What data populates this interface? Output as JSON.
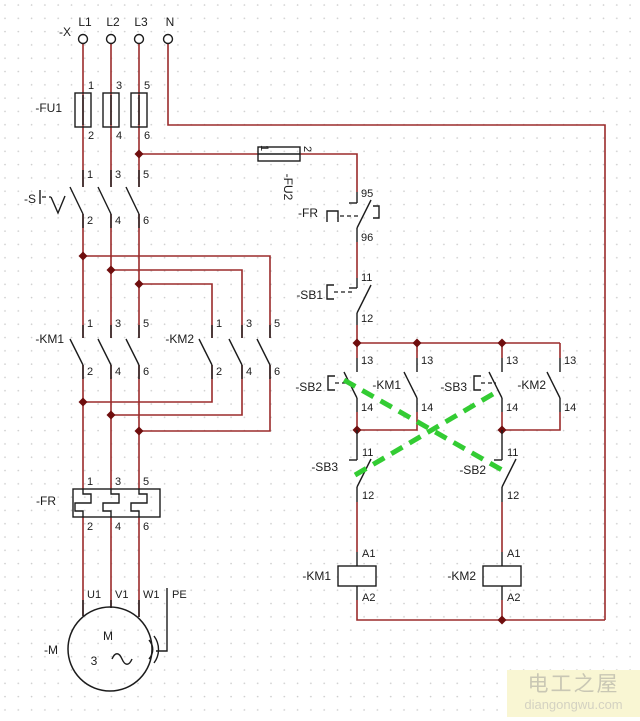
{
  "colors": {
    "wire": "#9b2b2b",
    "junction": "#6f0e0e",
    "symbol": "#1c1c1c",
    "mechanical_link": "#33cc33",
    "watermark_bg": "#f9f6d3",
    "watermark_text": "#c9c7b4"
  },
  "terminals": {
    "strip": "-X",
    "l1": "L1",
    "l2": "L2",
    "l3": "L3",
    "n": "N"
  },
  "labels": {
    "fu1": "-FU1",
    "fu2": "-FU2",
    "s": "-S",
    "km1": "-KM1",
    "km2": "-KM2",
    "fr": "-FR",
    "sb1": "-SB1",
    "sb2": "-SB2",
    "sb3": "-SB3",
    "m": "-M"
  },
  "pins": {
    "p1": "1",
    "p2": "2",
    "p3": "3",
    "p4": "4",
    "p5": "5",
    "p6": "6",
    "p11": "11",
    "p12": "12",
    "p13": "13",
    "p14": "14",
    "p95": "95",
    "p96": "96",
    "a1": "A1",
    "a2": "A2"
  },
  "motor": {
    "letter": "M",
    "phases": "3",
    "u1": "U1",
    "v1": "V1",
    "w1": "W1",
    "pe": "PE"
  },
  "watermark": {
    "title": "电工之屋",
    "site": "diangongwu.com"
  }
}
